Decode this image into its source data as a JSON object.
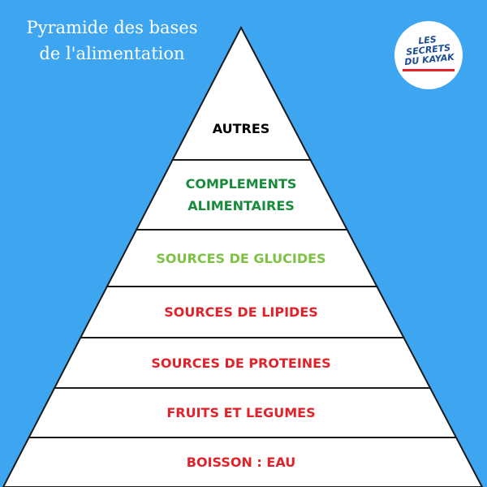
{
  "title": "Pyramide des bases de l'alimentation",
  "logo": {
    "lines": [
      "LES",
      "SECRETS",
      "DU KAYAK"
    ]
  },
  "colors": {
    "background": "#3ea6f1",
    "black": "#000000",
    "green": "#198b3c",
    "light_green": "#7dc242",
    "red": "#e0232a",
    "logo_blue": "#1c4c91"
  },
  "tiers": [
    {
      "label": "AUTRES",
      "color": "#000000"
    },
    {
      "label": "COMPLEMENTS ALIMENTAIRES",
      "color": "#198b3c"
    },
    {
      "label": "SOURCES DE GLUCIDES",
      "color": "#7dc242"
    },
    {
      "label": "SOURCES DE LIPIDES",
      "color": "#e0232a"
    },
    {
      "label": "SOURCES DE PROTEINES",
      "color": "#e0232a"
    },
    {
      "label": "FRUITS ET LEGUMES",
      "color": "#e0232a"
    },
    {
      "label": "BOISSON : EAU",
      "color": "#e0232a"
    }
  ]
}
